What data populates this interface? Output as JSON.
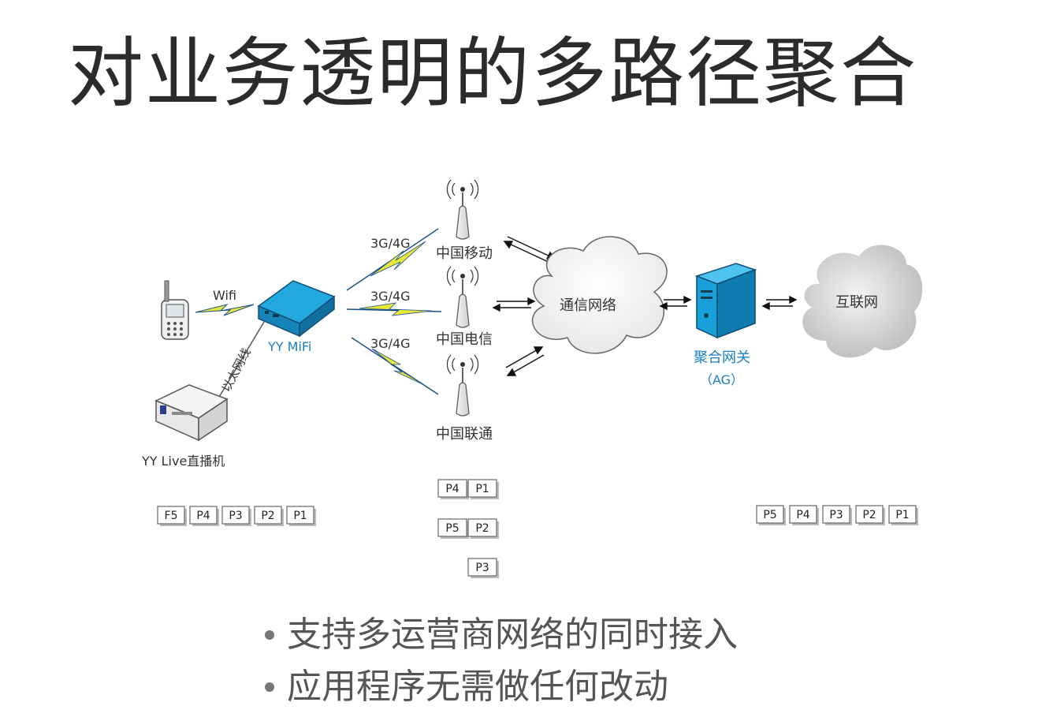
{
  "title": "对业务透明的多路径聚合",
  "diagram": {
    "wifi_label": "Wifi",
    "mifi_label": "YY MiFi",
    "ethernet_label": "以太网线",
    "live_label": "YY Live直播机",
    "link_labels": [
      "3G/4G",
      "3G/4G",
      "3G/4G"
    ],
    "carriers": [
      "中国移动",
      "中国电信",
      "中国联通"
    ],
    "cloud_label": "通信网络",
    "gateway_label": "聚合网关",
    "gateway_sub": "（AG）",
    "internet_label": "互联网",
    "packets_left": [
      "F5",
      "P4",
      "P3",
      "P2",
      "P1"
    ],
    "packets_mid_row1": [
      "P4",
      "P1"
    ],
    "packets_mid_row2": [
      "P5",
      "P2"
    ],
    "packets_mid_row3": [
      "P3"
    ],
    "packets_right": [
      "P5",
      "P4",
      "P3",
      "P2",
      "P1"
    ],
    "colors": {
      "device_blue": "#1aa0d8",
      "mifi_label": "#1a7fc4",
      "bolt": "#e8e83a"
    }
  },
  "bullets": [
    "支持多运营商网络的同时接入",
    "应用程序无需做任何改动"
  ]
}
